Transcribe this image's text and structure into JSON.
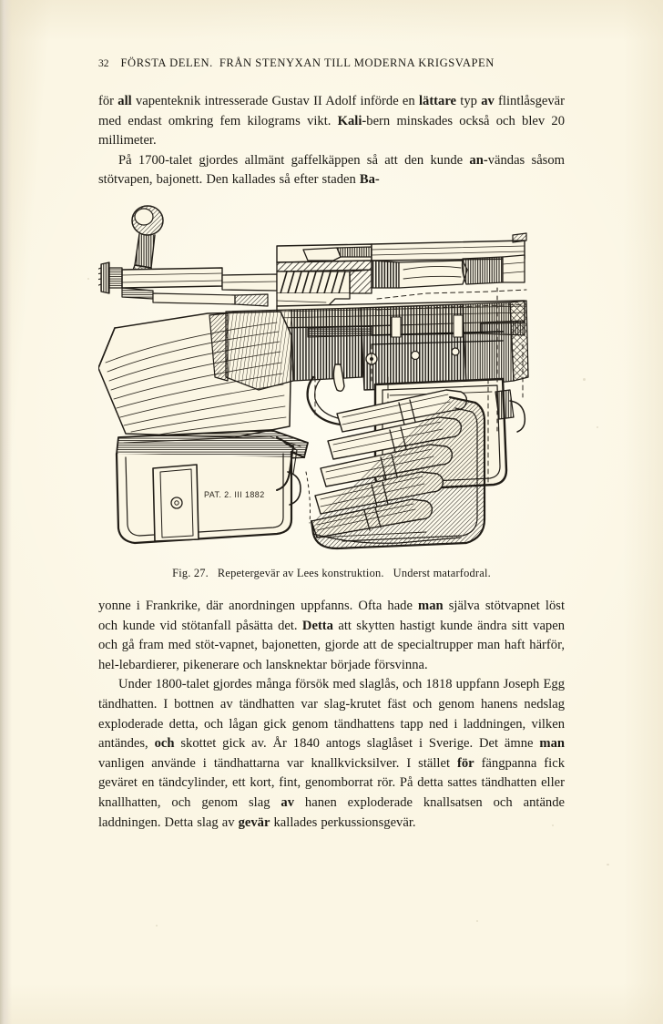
{
  "page": {
    "folio": "32",
    "running_head": "FÖRSTA DELEN.",
    "running_head_2": "FRÅN STENYXAN TILL MODERNA KRIGSVAPEN",
    "paper_color": "#fbf6e4",
    "ink_color": "#1b1914"
  },
  "body": {
    "para1_a": "för ",
    "para1_b1": "all",
    "para1_c": " vapenteknik intresserade Gustav II Adolf införde en ",
    "para1_b2": "lättare",
    "para1_d": " typ ",
    "para1_b3": "av",
    "para1_e": " flintlåsgevär med endast omkring fem kilograms vikt.  ",
    "para1_b4": "Kali-",
    "para1_f": "bern minskades också och blev 20 millimeter.",
    "para2_a": "På 1700-talet gjordes allmänt gaffelkäppen så att den kunde ",
    "para2_b1": "an-",
    "para2_c": "vändas såsom stötvapen, bajonett.  Den kallades så efter staden ",
    "para2_b2": "Ba-",
    "para3_a": "yonne i Frankrike, där anordningen uppfanns.  Ofta hade ",
    "para3_b1": "man",
    "para3_c": " själva stötvapnet löst och kunde vid stötanfall påsätta det.  ",
    "para3_b2": "Detta",
    "para3_d": " att skytten hastigt kunde ändra sitt vapen och gå fram med stöt-vapnet, bajonetten, gjorde att de specialtrupper man haft härför, hel-lebardierer, pikenerare och lansknektar började försvinna.",
    "para4_a": "Under 1800-talet gjordes många försök med slaglås, och 1818 uppfann Joseph Egg tändhatten.  I bottnen av tändhatten var slag-krutet fäst och genom hanens nedslag exploderade detta, och lågan gick genom tändhattens tapp ned i laddningen, vilken antändes, ",
    "para4_b1": "och",
    "para4_c": " skottet gick av.  År 1840 antogs slaglåset i Sverige.  Det ämne ",
    "para4_b2": "man",
    "para4_d": " vanligen använde i tändhattarna var knallkvicksilver.  I stället ",
    "para4_b3": "för",
    "para4_e": " fängpanna fick geväret en tändcylinder, ett kort, fint, genomborrat rör.  På detta sattes tändhatten eller knallhatten, och genom slag ",
    "para4_b4": "av",
    "para4_f": " hanen exploderade knallsatsen och antände laddningen.  Detta slag ",
    "para4_g": "av ",
    "para4_b5": "gevär",
    "para4_h": " kallades perkussionsgevär."
  },
  "figure": {
    "number": "Fig. 27.",
    "title": "Repetergevär av Lees konstruktion.",
    "subtitle": "Underst matarfodral.",
    "patent_stamp": "PAT. 2. III 1882",
    "alt": "Teknisk genomskärningsritning av ett repetergevär av Lees konstruktion, med patronfodral nedtill."
  }
}
